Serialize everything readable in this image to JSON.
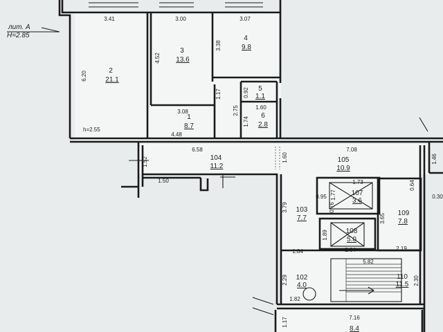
{
  "header": {
    "lit_label": "лит. А",
    "height_label": "H=2.85"
  },
  "height_note": "h=2.55",
  "rooms": [
    {
      "id": "2",
      "number": "2",
      "area": "21.1"
    },
    {
      "id": "3",
      "number": "3",
      "area": "13.6"
    },
    {
      "id": "4",
      "number": "4",
      "area": "9.8"
    },
    {
      "id": "1",
      "number": "1",
      "area": "8.7"
    },
    {
      "id": "5",
      "number": "5",
      "area": "1.1"
    },
    {
      "id": "6",
      "number": "6",
      "area": "2.8"
    },
    {
      "id": "104",
      "number": "104",
      "area": "11.2"
    },
    {
      "id": "105",
      "number": "105",
      "area": "10.9"
    },
    {
      "id": "103",
      "number": "103",
      "area": "7.7"
    },
    {
      "id": "107",
      "number": "107",
      "area": "3.6"
    },
    {
      "id": "109",
      "number": "109",
      "area": "7.8"
    },
    {
      "id": "108",
      "number": "108",
      "area": "5.0"
    },
    {
      "id": "102",
      "number": "102",
      "area": "4.0"
    },
    {
      "id": "110",
      "number": "110",
      "area": "11.5"
    },
    {
      "id": "bottom",
      "number": "",
      "area": "8.4"
    }
  ],
  "dimensions": {
    "d_341": "3.41",
    "d_300": "3.00",
    "d_307": "3.07",
    "d_620": "6.20",
    "d_452": "4.52",
    "d_338": "3.38",
    "d_308": "3.08",
    "d_117a": "1.17",
    "d_275": "2.75",
    "d_092": "0.92",
    "d_160a": "1.60",
    "d_174": "1.74",
    "d_448": "4.48",
    "d_658": "6.58",
    "d_160b": "1.60",
    "d_708": "7.08",
    "d_152": "1.52",
    "d_150": "1.50",
    "d_146": "1.46",
    "d_173": "1.73",
    "d_064": "0.64",
    "d_030": "0.30",
    "d_177": "1.77",
    "d_095": "0.95",
    "d_076": "0.76",
    "d_379": "3.79",
    "d_365": "3.65",
    "d_189": "1.89",
    "d_264": "2.64",
    "d_219": "2.19",
    "d_184": "1.84",
    "d_582": "5.82",
    "d_229": "2.29",
    "d_230": "2.30",
    "d_182": "1.82",
    "d_716": "7.16",
    "d_117b": "1.17"
  }
}
